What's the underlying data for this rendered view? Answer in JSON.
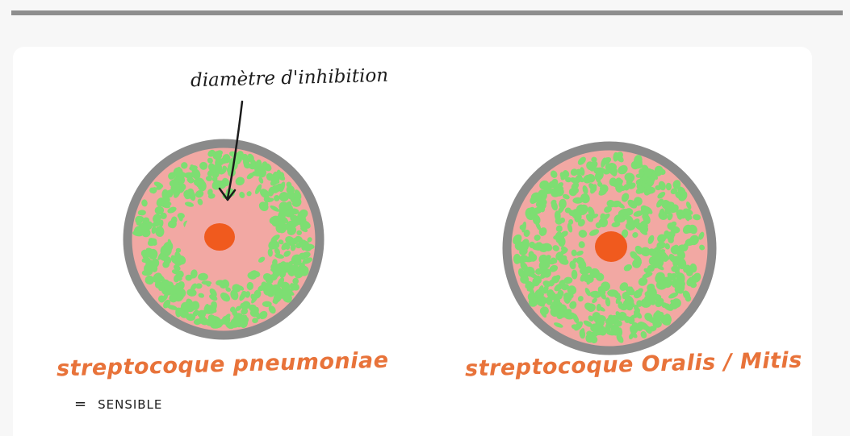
{
  "annotation": "diamètre d'inhibition",
  "plates": [
    {
      "label": "streptocoque pneumoniae",
      "note_prefix": "=",
      "note": "SENSIBLE",
      "inhibition": "large"
    },
    {
      "label": "streptocoque Oralis / Mitis",
      "inhibition": "none"
    }
  ],
  "colors": {
    "rim": "#8a8a8a",
    "medium": "#f2a8a3",
    "colonies": "#7dde72",
    "disk": "#f05a1e",
    "label": "#e8733a"
  }
}
